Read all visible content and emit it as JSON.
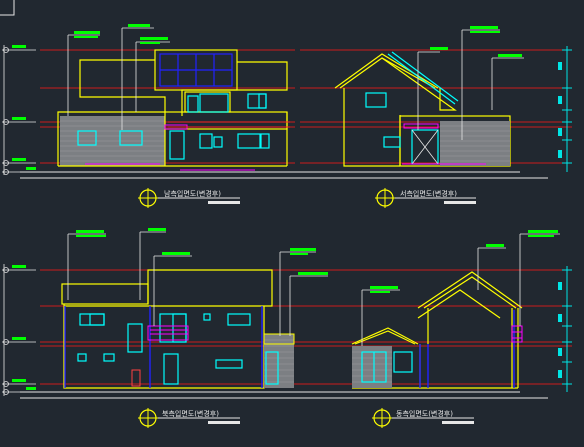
{
  "drawing": {
    "background": "#212830",
    "colors": {
      "wall_outline": "#ffff00",
      "window": "#00ffff",
      "level_line": "#cc1c1c",
      "annotation": "#00ff00",
      "dimension": "#00e5e5",
      "leader": "#e6e6e6",
      "magenta_detail": "#ff00ff",
      "blue_detail": "#2222ff"
    },
    "elevations": [
      {
        "id": "south",
        "title": "남측입면도(변경후)"
      },
      {
        "id": "west",
        "title": "서측입면도(변경후)"
      },
      {
        "id": "north",
        "title": "북측입면도(변경후)"
      },
      {
        "id": "east",
        "title": "동측입면도(변경후)"
      }
    ],
    "symbols": {
      "title_marker": "crosshair-circle-symbol",
      "level_marker": "level-datum-symbol"
    }
  }
}
